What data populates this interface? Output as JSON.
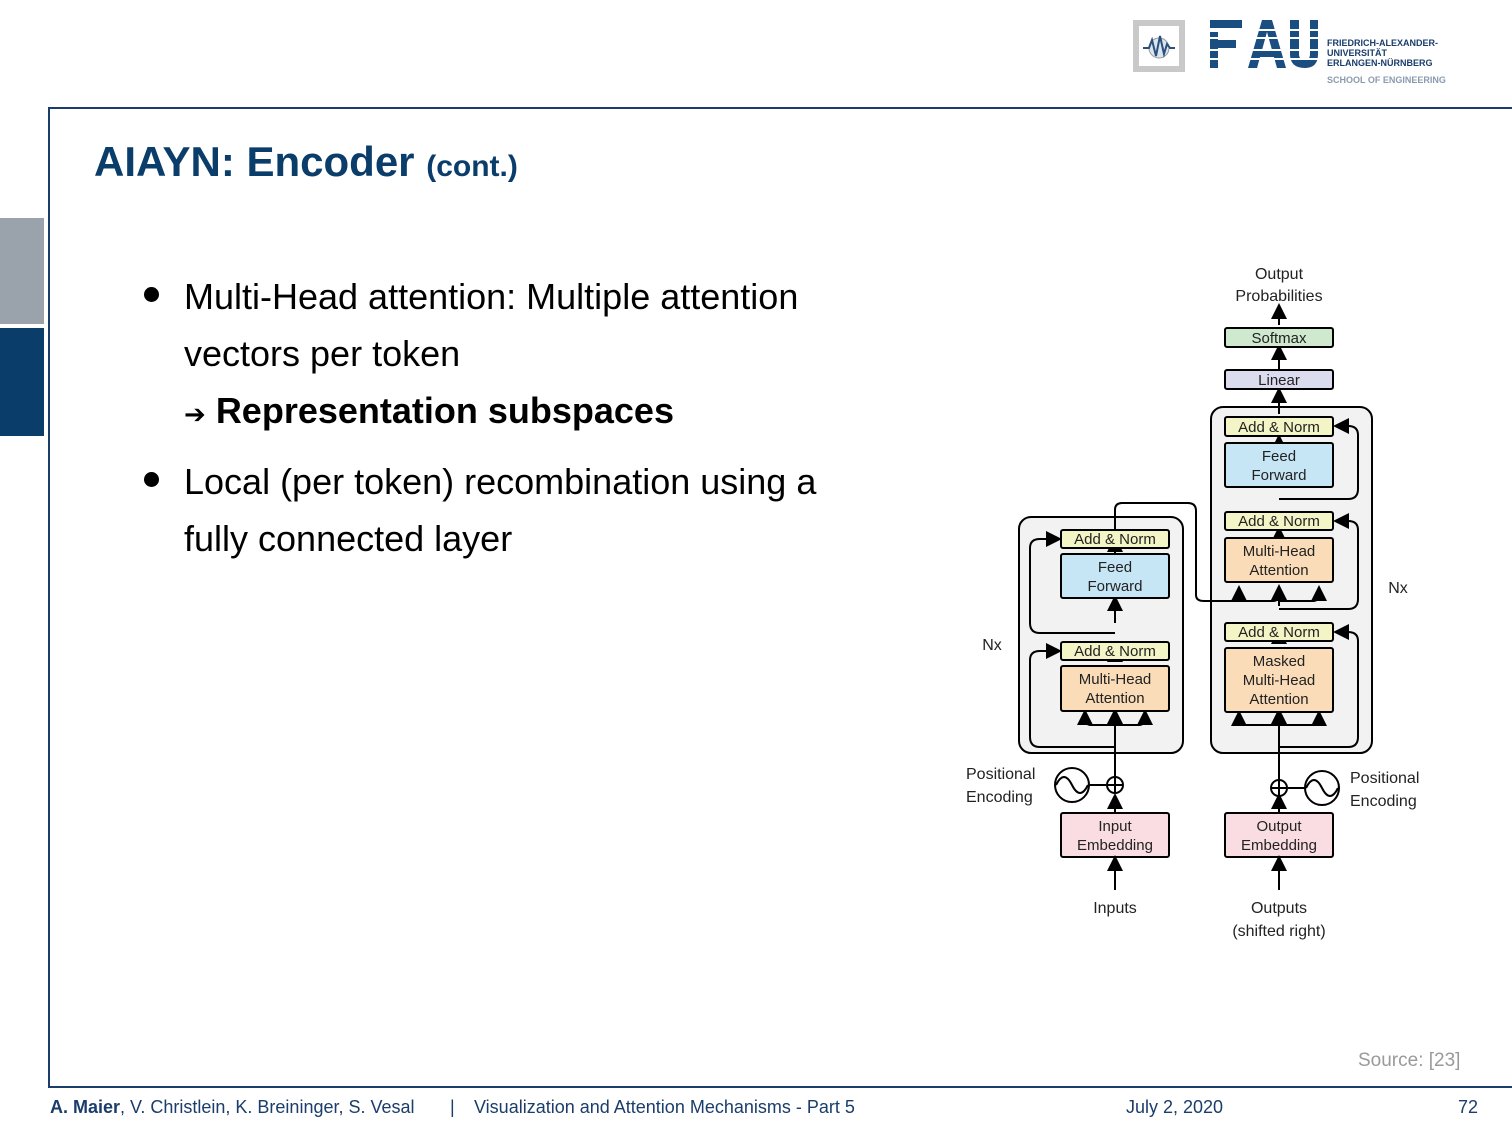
{
  "header": {
    "university_lines": [
      "FRIEDRICH-ALEXANDER-",
      "UNIVERSITÄT",
      "ERLANGEN-NÜRNBERG"
    ],
    "school": "SCHOOL OF ENGINEERING",
    "logo_text": "FAU"
  },
  "slide": {
    "title": "AIAYN: Encoder",
    "title_suffix": "(cont.)",
    "bullets": [
      {
        "line1": "Multi-Head attention: Multiple attention",
        "line2": "vectors per token",
        "arrow": "➔",
        "emphasis": "Representation subspaces"
      },
      {
        "line1": "Local (per token) recombination using a",
        "line2": "fully connected layer"
      }
    ],
    "source": "Source: [23]"
  },
  "diagram": {
    "output_probabilities": [
      "Output",
      "Probabilities"
    ],
    "softmax": "Softmax",
    "linear": "Linear",
    "add_norm": "Add & Norm",
    "feed_forward": [
      "Feed",
      "Forward"
    ],
    "multi_head_attention": [
      "Multi-Head",
      "Attention"
    ],
    "masked_mha": [
      "Masked",
      "Multi-Head",
      "Attention"
    ],
    "nx": "Nx",
    "positional_encoding": [
      "Positional",
      "Encoding"
    ],
    "input_embedding": [
      "Input",
      "Embedding"
    ],
    "output_embedding": [
      "Output",
      "Embedding"
    ],
    "inputs": "Inputs",
    "outputs": [
      "Outputs",
      "(shifted right)"
    ],
    "colors": {
      "add_norm": "#f3f5c6",
      "feed_forward": "#c6e6f5",
      "attention": "#fbdcb8",
      "embedding": "#f9dde2",
      "softmax": "#cfe9cf",
      "linear": "#dcdcef",
      "block": "#f2f2f2"
    }
  },
  "footer": {
    "author_bold": "A. Maier",
    "authors_rest": ", V. Christlein, K. Breininger, S. Vesal",
    "separator": "|",
    "lecture": "Visualization and Attention Mechanisms - Part 5",
    "date": "July 2, 2020",
    "page": "72"
  }
}
